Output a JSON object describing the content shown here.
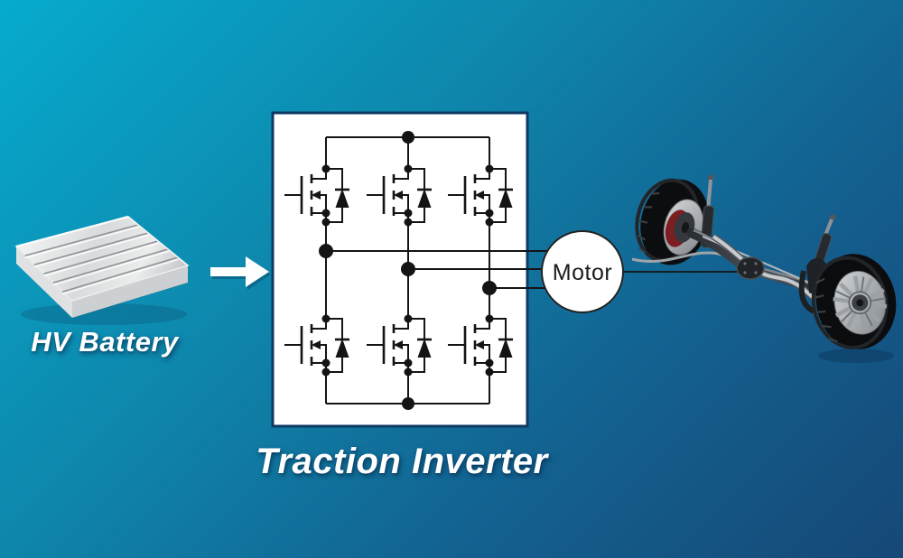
{
  "diagram": {
    "background": {
      "top_left_color": "#06ABCE",
      "bottom_right_color": "#164877"
    },
    "battery": {
      "label": "HV Battery",
      "illustration": "silver-battery-pack-image"
    },
    "flow_arrow": {
      "icon": "right-arrow-icon",
      "color": "#FFFFFF"
    },
    "inverter": {
      "label": "Traction Inverter",
      "panel_color": "#FFFFFF",
      "panel_border_color": "#0D3A63",
      "circuit_color": "#141414",
      "switch_count": 6,
      "switch_symbol": "mosfet-with-body-diode",
      "phase_outputs": 3
    },
    "motor": {
      "label": "Motor",
      "node_fill": "#FFFFFF",
      "node_border": "#222222"
    },
    "axle": {
      "illustration": "rear-axle-with-wheels-image",
      "wheel_count": 2
    }
  }
}
